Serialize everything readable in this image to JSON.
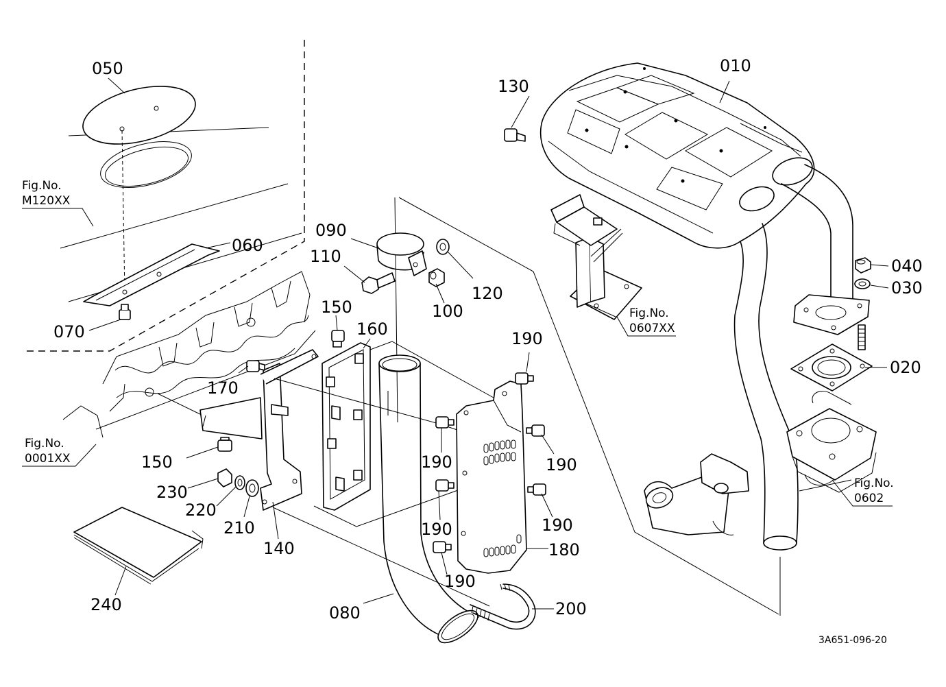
{
  "diagram": {
    "part_labels": {
      "p010": "010",
      "p020": "020",
      "p030": "030",
      "p040": "040",
      "p050": "050",
      "p060": "060",
      "p070": "070",
      "p080": "080",
      "p090": "090",
      "p100": "100",
      "p110": "110",
      "p120": "120",
      "p130": "130",
      "p140": "140",
      "p150a": "150",
      "p150b": "150",
      "p160": "160",
      "p170": "170",
      "p180": "180",
      "p190a": "190",
      "p190b": "190",
      "p190c": "190",
      "p190d": "190",
      "p190e": "190",
      "p190f": "190",
      "p200": "200",
      "p210": "210",
      "p220": "220",
      "p230": "230",
      "p240": "240"
    },
    "figure_refs": {
      "m120": {
        "label": "Fig.No.",
        "code": "M120XX"
      },
      "f0001": {
        "label": "Fig.No.",
        "code": "0001XX"
      },
      "f0607": {
        "label": "Fig.No.",
        "code": "0607XX"
      },
      "f0602": {
        "label": "Fig.No.",
        "code": "0602"
      }
    },
    "drawing_code": "3A651-096-20"
  }
}
